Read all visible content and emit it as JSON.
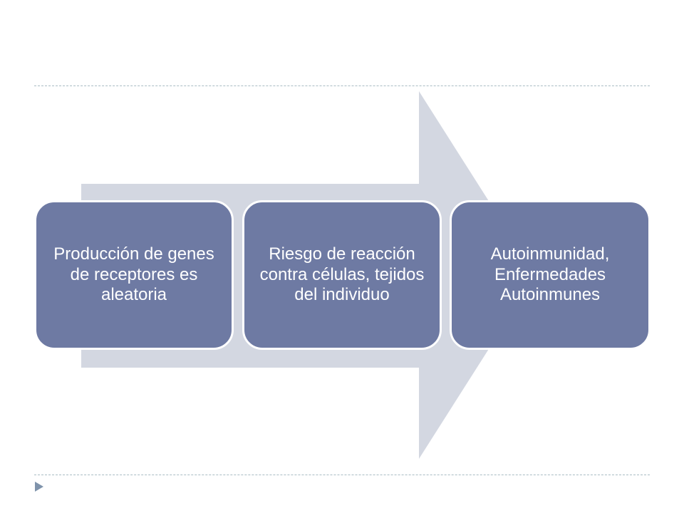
{
  "slide": {
    "steps": [
      {
        "text": "Producción de genes de receptores es aleatoria"
      },
      {
        "text": "Riesgo de reacción contra células, tejidos del individuo"
      },
      {
        "text": "Autoinmunidad, Enfermedades Autoinmunes"
      }
    ]
  },
  "colors": {
    "arrow_fill": "#d3d7e1",
    "box_fill": "#6e7aa3",
    "box_text": "#ffffff",
    "rule_line": "#a9bcc4",
    "bullet_marker": "#7f93ab"
  }
}
